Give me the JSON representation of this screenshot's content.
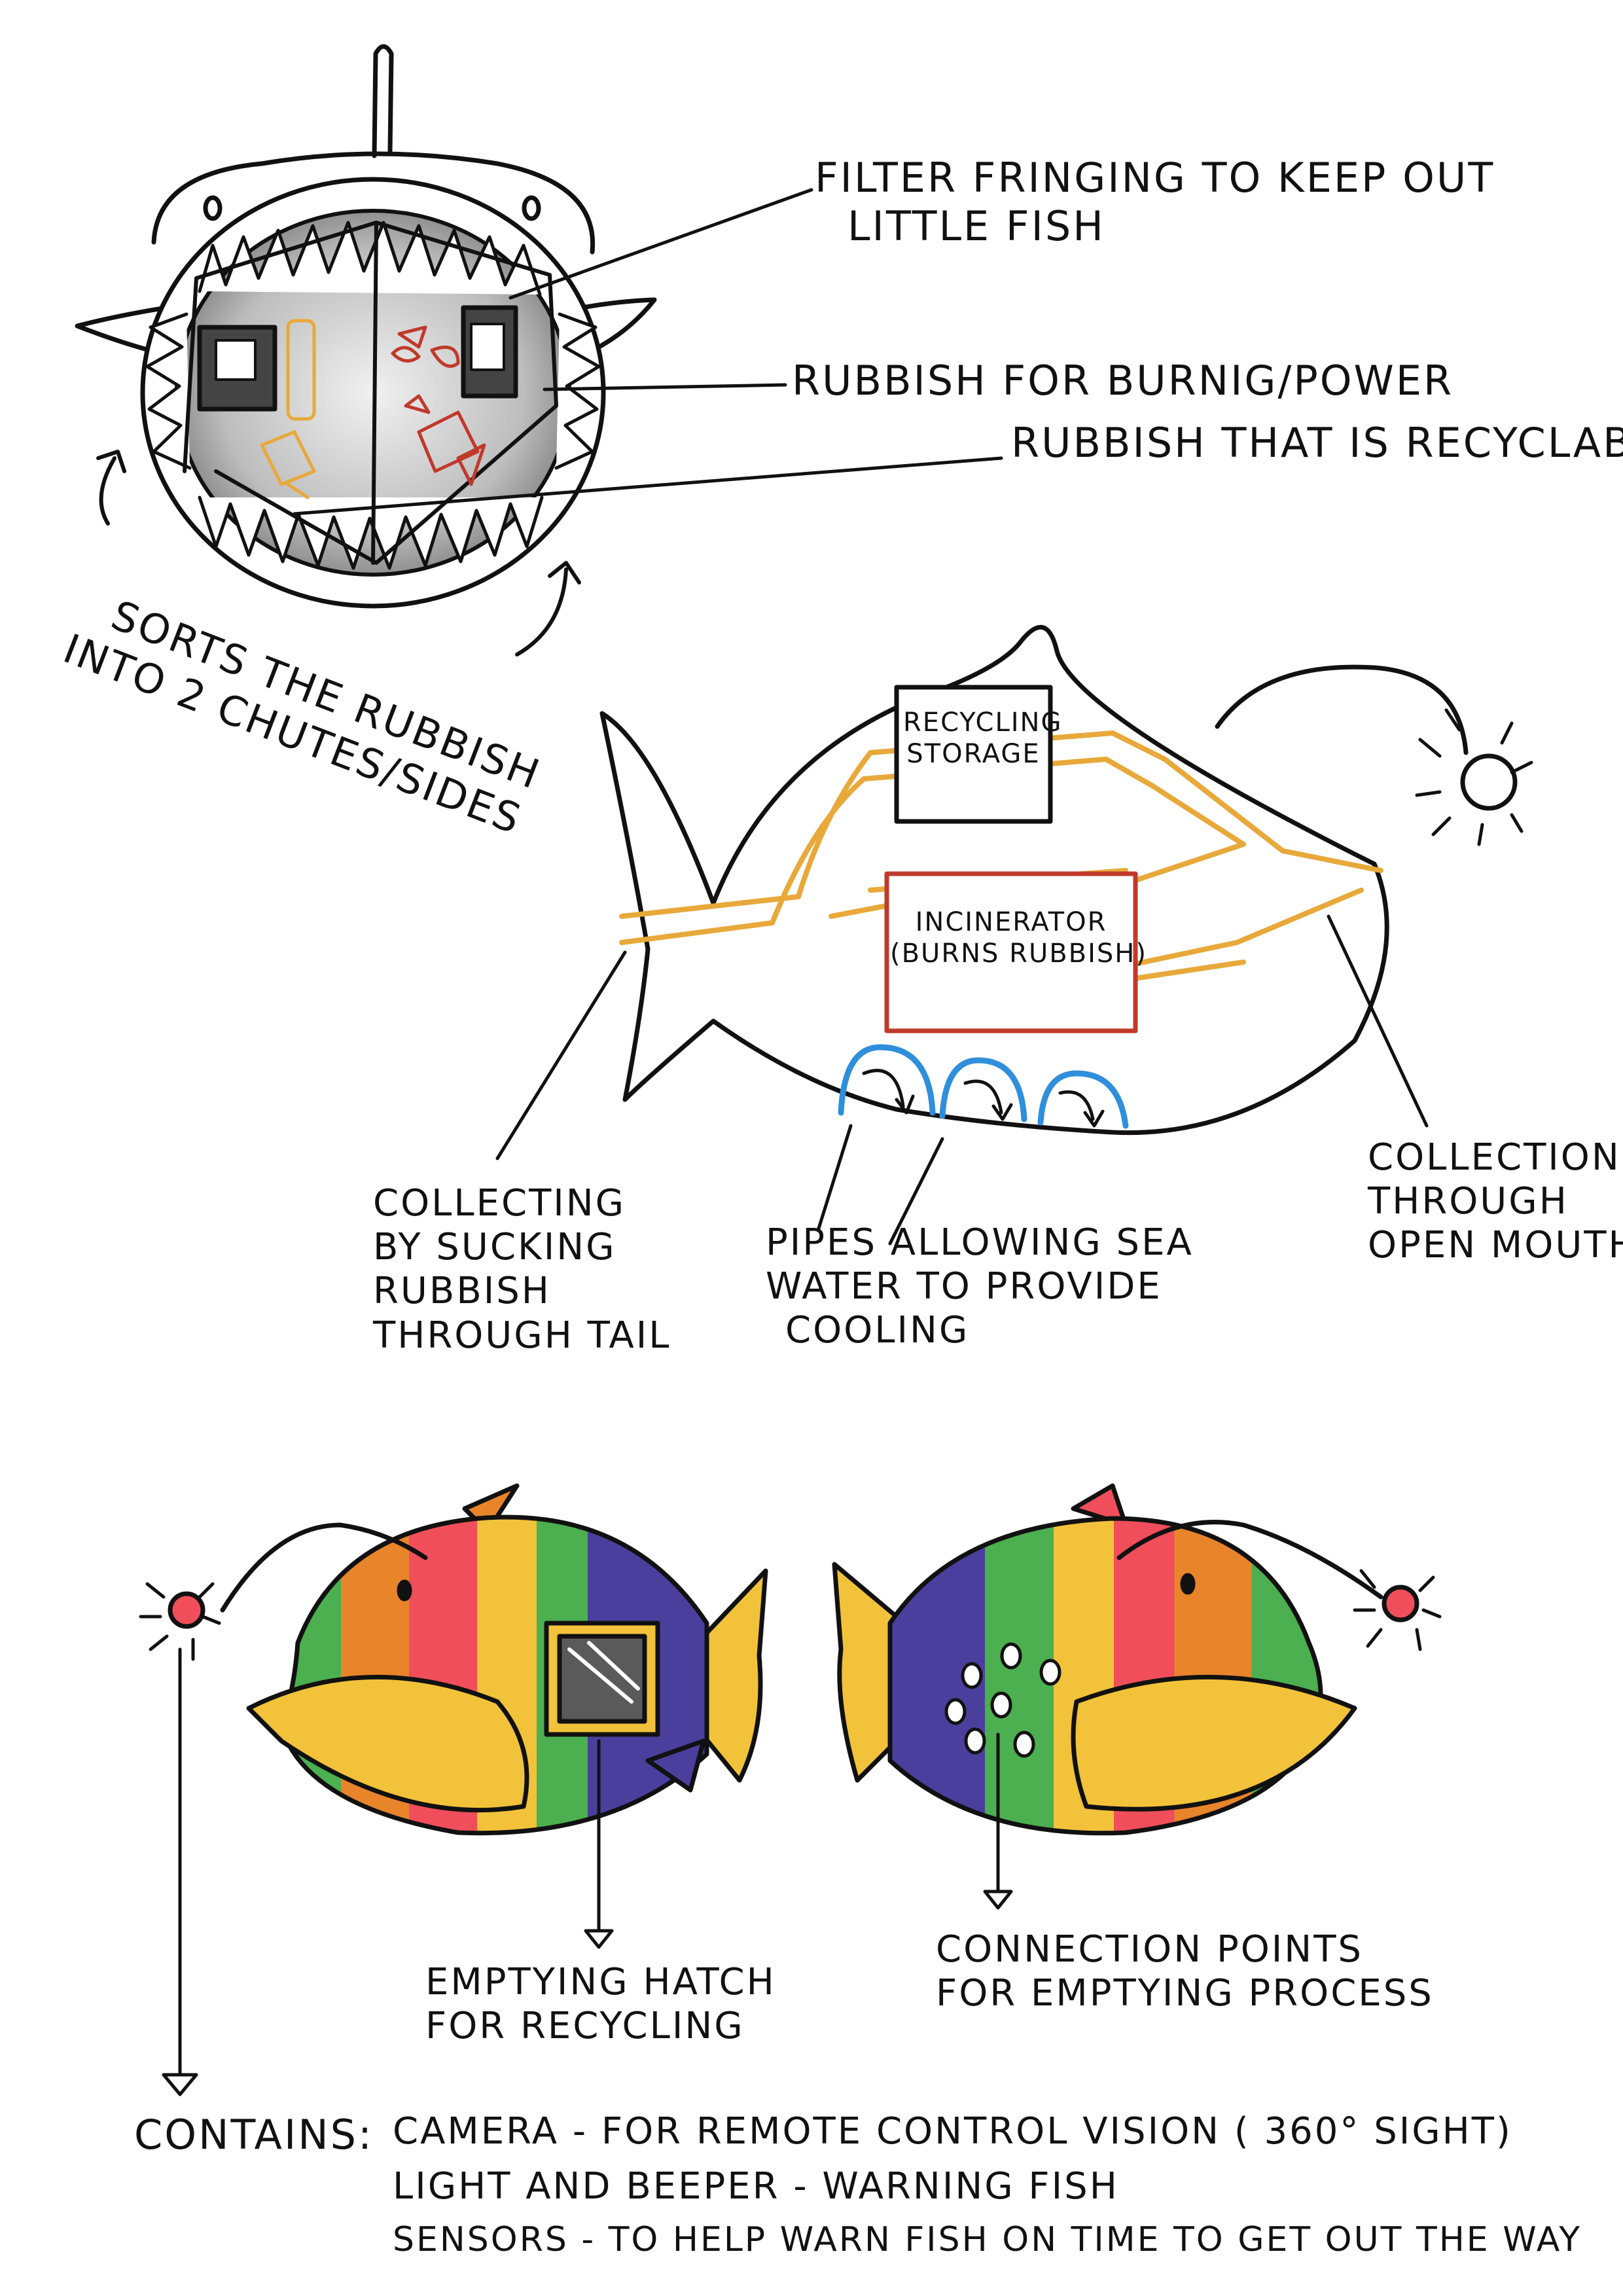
{
  "top": {
    "filter": [
      "FILTER FRINGING TO KEEP OUT",
      "LITTLE FISH"
    ],
    "burning": "RUBBISH FOR BURNIG/POWER",
    "recyclable": "RUBBISH THAT IS RECYCLABLE",
    "sorts": [
      "SORTS THE RUBBISH",
      "INTO 2 CHUTES/SIDES"
    ]
  },
  "middle": {
    "recycling_storage": [
      "RECYCLING",
      "STORAGE"
    ],
    "incinerator": [
      "INCINERATOR",
      "(BURNS RUBBISH)"
    ],
    "tail": [
      "COLLECTING",
      "BY SUCKING",
      "RUBBISH",
      "THROUGH TAIL"
    ],
    "pipes": [
      "PIPES ALLOWING SEA",
      "WATER TO PROVIDE",
      "COOLING"
    ],
    "mouth": [
      "COLLECTION",
      "THROUGH",
      "OPEN MOUTH"
    ]
  },
  "bottom": {
    "hatch": [
      "EMPTYING HATCH",
      "FOR RECYCLING"
    ],
    "connection": [
      "CONNECTION POINTS",
      "FOR EMPTYING PROCESS"
    ],
    "contains_label": "CONTAINS:",
    "contains": [
      "CAMERA - FOR REMOTE CONTROL VISION ( 360° SIGHT)",
      "LIGHT AND BEEPER - WARNING FISH",
      "SENSORS - TO HELP WARN FISH ON TIME TO GET OUT THE WAY"
    ]
  },
  "colors": {
    "ink": "#111111",
    "recycling": "#E8A93A",
    "burning": "#C0392B",
    "pipes": "#2F8FDB",
    "stripes": [
      "#4CAF50",
      "#E8842A",
      "#EF4E5A",
      "#F2C23A",
      "#4B3F9E"
    ]
  }
}
